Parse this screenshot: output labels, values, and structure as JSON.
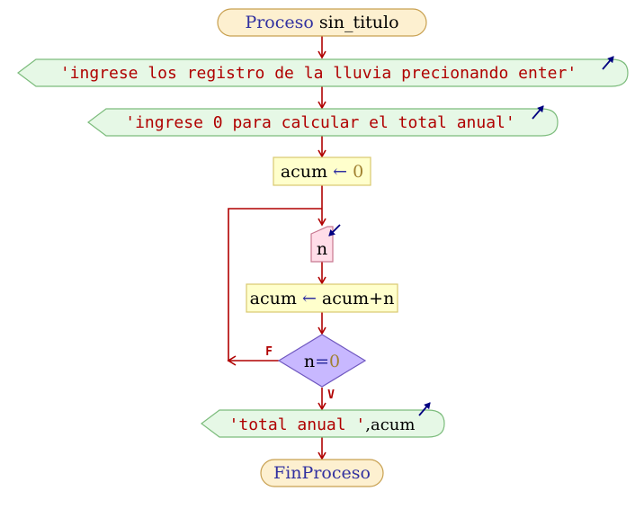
{
  "flowchart": {
    "start": {
      "keyword": "Proceso",
      "name": "sin_titulo"
    },
    "output1": {
      "text": "'ingrese los registro de la lluvia precionando enter'"
    },
    "output2": {
      "text": "'ingrese 0 para calcular el total anual'"
    },
    "assign1": {
      "var": "acum",
      "op": "←",
      "value": "0"
    },
    "input1": {
      "var": "n"
    },
    "assign2": {
      "var": "acum",
      "op": "←",
      "expr": "acum+n"
    },
    "decision": {
      "var": "n",
      "op": "=",
      "value": "0",
      "false_label": "F",
      "true_label": "V"
    },
    "output3": {
      "str": "'total anual '",
      "rest": ",acum"
    },
    "end": {
      "label": "FinProceso"
    }
  },
  "colors": {
    "arrow": "#b00000",
    "start_fill": "#fdf0d0",
    "start_stroke": "#c8a050",
    "keyword": "#3030a0",
    "string": "#b00000",
    "number": "#a08030",
    "io_fill": "#e6f8e6",
    "io_stroke": "#7cbc7c",
    "assign_fill": "#ffffcc",
    "assign_stroke": "#d8c870",
    "input_fill": "#ffdde8",
    "input_stroke": "#c87890",
    "decision_fill": "#c8b8ff",
    "decision_stroke": "#7058c0",
    "io_arrow": "#000080"
  }
}
